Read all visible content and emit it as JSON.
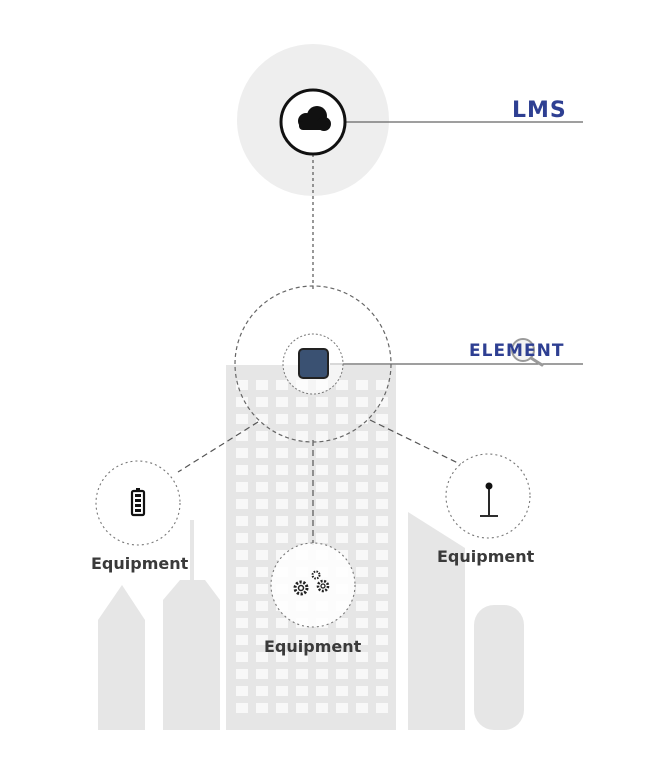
{
  "brands": {
    "lms": {
      "text": "LMS",
      "color": "#2e3f92"
    },
    "element": {
      "text": "ELEMENT",
      "color": "#2e3f92"
    }
  },
  "nodes": {
    "cloud": {
      "icon": "cloud-icon"
    },
    "element": {
      "icon": "square-device-icon",
      "color": "#3a5172"
    },
    "left": {
      "icon": "battery-icon",
      "label": "Equipment"
    },
    "center": {
      "icon": "gears-icon",
      "label": "Equipment"
    },
    "right": {
      "icon": "antenna-icon",
      "label": "Equipment"
    }
  },
  "colors": {
    "skyline": "#e6e6e6",
    "halo": "#eeeeee",
    "line": "#555555",
    "label": "#3a3a3a"
  }
}
